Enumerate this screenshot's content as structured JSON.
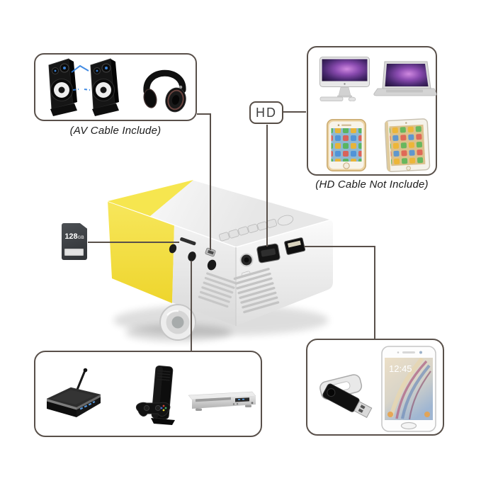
{
  "scene": {
    "background": "#ffffff",
    "outline_color": "#59504a",
    "hd_connector_label": "HD",
    "projector": {
      "name": "mini-projector",
      "body_yellow": "#f4e042",
      "body_white": "#f7f7f7",
      "ports": [
        "audio-jack",
        "hdmi-port",
        "usb-port",
        "sd-card-slot",
        "av-port",
        "power-port",
        "lens"
      ]
    },
    "boxes": {
      "av": {
        "caption": "(AV Cable Include)",
        "devices": [
          "speaker-left",
          "speaker-right",
          "headphones"
        ]
      },
      "hd": {
        "caption": "(HD Cable Not Include)",
        "devices": [
          "imac-computer",
          "macbook-laptop",
          "iphone",
          "ipad-tablet"
        ]
      },
      "media": {
        "devices": [
          "android-tv-box",
          "game-console",
          "dvd-player"
        ]
      },
      "usb": {
        "devices": [
          "usb-flash-drive",
          "smartphone"
        ]
      }
    },
    "sd_card": {
      "capacity": "128",
      "unit": "GB"
    },
    "smartphone_screen_time": "12:45"
  }
}
